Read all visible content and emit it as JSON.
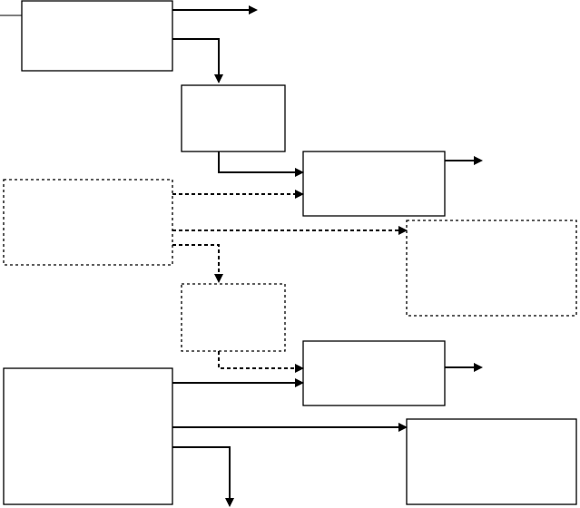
{
  "diagram": {
    "type": "flowchart",
    "text": "",
    "colors": {
      "line": "#000000",
      "background": "#ffffff"
    },
    "boxes": [
      {
        "id": "box-top-left",
        "style": "solid"
      },
      {
        "id": "box-middle-upper",
        "style": "solid"
      },
      {
        "id": "box-center-upper",
        "style": "solid"
      },
      {
        "id": "box-left-dashed",
        "style": "dashed"
      },
      {
        "id": "box-right-dashed",
        "style": "dashed"
      },
      {
        "id": "box-middle-dashed",
        "style": "dashed"
      },
      {
        "id": "box-center-lower",
        "style": "solid"
      },
      {
        "id": "box-bottom-left",
        "style": "solid"
      },
      {
        "id": "box-bottom-right",
        "style": "solid"
      }
    ],
    "connectors": [
      {
        "id": "input-line-top-left",
        "style": "solid",
        "arrow": false
      },
      {
        "from": "box-top-left",
        "to": "outgoing-right",
        "style": "solid"
      },
      {
        "from": "box-top-left",
        "to": "box-middle-upper",
        "style": "solid"
      },
      {
        "from": "box-middle-upper",
        "to": "box-center-upper",
        "style": "solid"
      },
      {
        "from": "box-center-upper",
        "to": "outgoing-right",
        "style": "solid"
      },
      {
        "from": "box-left-dashed",
        "to": "box-center-upper",
        "style": "dashed"
      },
      {
        "from": "box-left-dashed",
        "to": "box-right-dashed",
        "style": "dashed"
      },
      {
        "from": "box-left-dashed",
        "to": "box-middle-dashed",
        "style": "dashed"
      },
      {
        "from": "box-middle-dashed",
        "to": "box-center-lower",
        "style": "dashed"
      },
      {
        "from": "box-center-lower",
        "to": "outgoing-right",
        "style": "solid"
      },
      {
        "from": "box-bottom-left",
        "to": "box-center-lower",
        "style": "solid"
      },
      {
        "from": "box-bottom-left",
        "to": "box-bottom-right",
        "style": "solid"
      },
      {
        "from": "box-bottom-left",
        "to": "outgoing-down",
        "style": "solid"
      }
    ]
  }
}
